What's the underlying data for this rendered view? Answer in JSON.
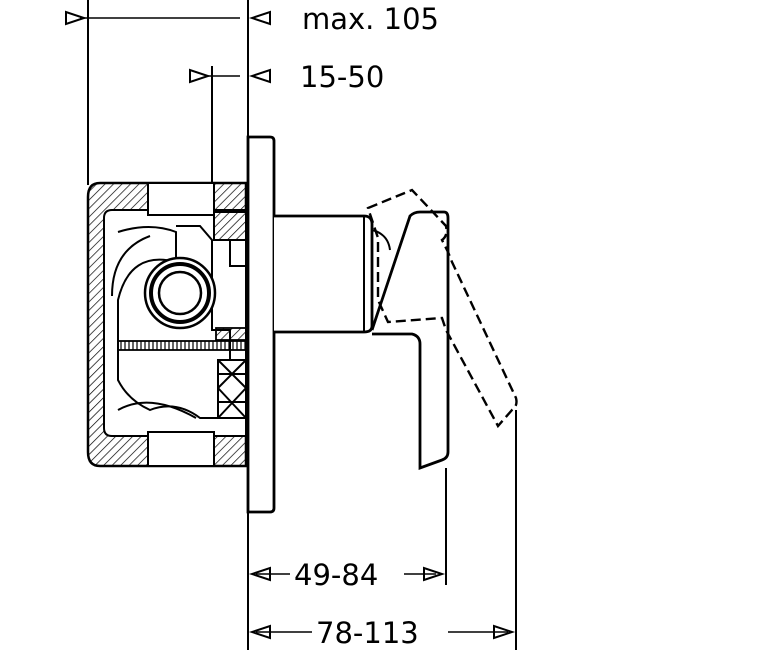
{
  "dimensions": {
    "max_depth": "max. 105",
    "rough_in": "15-50",
    "handle_projection": "49-84",
    "total_projection": "78-113"
  }
}
